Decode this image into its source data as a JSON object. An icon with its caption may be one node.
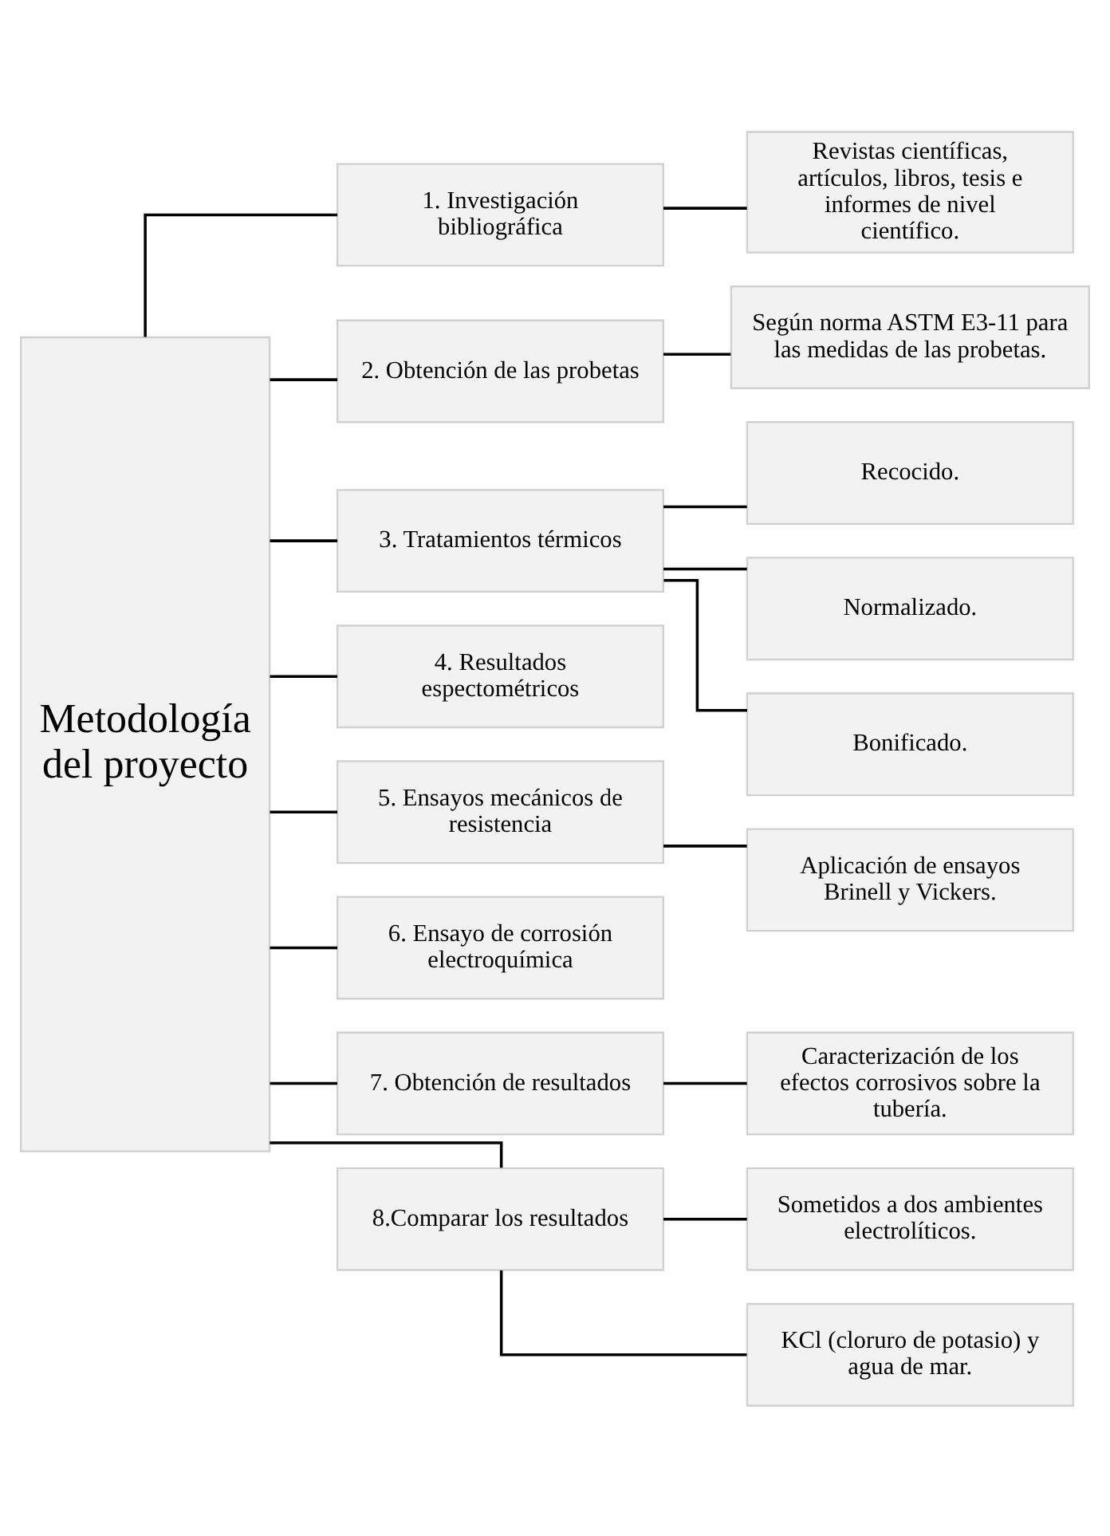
{
  "diagram": {
    "nodes": [
      {
        "text": [
          "Metodología del proyecto"
        ]
      },
      {
        "text": [
          "1. Investigación bibliográfica"
        ]
      },
      {
        "text": [
          "Revistas científicas, artículos, libros, tesis e informes de nivel científico."
        ]
      },
      {
        "text": [
          "2. Obtención de las probetas"
        ]
      },
      {
        "text": [
          "Según norma ASTM E3-11 para las medidas de las probetas."
        ]
      },
      {
        "text": [
          "3. Tratamientos térmicos"
        ]
      },
      {
        "text": [
          "Recocido."
        ]
      },
      {
        "text": [
          "Normalizado."
        ]
      },
      {
        "text": [
          "Bonificado."
        ]
      },
      {
        "text": [
          "4. Resultados espectométricos"
        ]
      },
      {
        "text": [
          "5. Ensayos mecánicos de resistencia"
        ]
      },
      {
        "text": [
          "Aplicación de ensayos Brinell y Vickers."
        ]
      },
      {
        "text": [
          "6. Ensayo de corrosión electroquímica"
        ]
      },
      {
        "text": [
          "7. Obtención de resultados"
        ]
      },
      {
        "text": [
          "Caracterización de los efectos corrosivos sobre la tubería."
        ]
      },
      {
        "text": [
          "8.Comparar los resultados"
        ]
      },
      {
        "text": [
          "Sometidos a dos ambientes electrolíticos."
        ]
      },
      {
        "text": [
          "KCl (cloruro de potasio) y agua de mar."
        ]
      }
    ],
    "edges": [
      {
        "from": 0,
        "to": 1,
        "arrow": "none"
      },
      {
        "from": 0,
        "to": 3,
        "arrow": "none"
      },
      {
        "from": 0,
        "to": 5,
        "arrow": "none"
      },
      {
        "from": 0,
        "to": 9,
        "arrow": "none"
      },
      {
        "from": 0,
        "to": 10,
        "arrow": "none"
      },
      {
        "from": 0,
        "to": 12,
        "arrow": "none"
      },
      {
        "from": 0,
        "to": 13,
        "arrow": "none"
      },
      {
        "from": 0,
        "to": 15,
        "arrow": "none"
      },
      {
        "from": 1,
        "to": 2,
        "arrow": "none"
      },
      {
        "from": 3,
        "to": 4,
        "arrow": "none"
      },
      {
        "from": 5,
        "to": 6,
        "arrow": "none"
      },
      {
        "from": 5,
        "to": 7,
        "arrow": "none"
      },
      {
        "from": 5,
        "to": 8,
        "arrow": "none"
      },
      {
        "from": 10,
        "to": 11,
        "arrow": "none"
      },
      {
        "from": 13,
        "to": 14,
        "arrow": "none"
      },
      {
        "from": 15,
        "to": 16,
        "arrow": "none"
      },
      {
        "from": 15,
        "to": 17,
        "arrow": "none"
      }
    ]
  }
}
